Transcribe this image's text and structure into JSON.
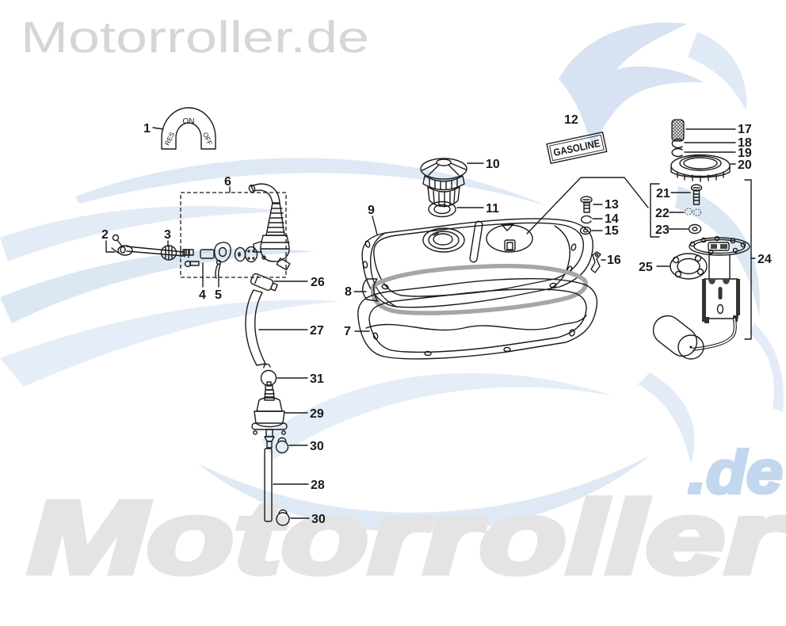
{
  "branding": {
    "logo_top": "Motorroller.de",
    "watermark_text": "Motorroller",
    "watermark_domain": ".de"
  },
  "valve_plate": {
    "on": "ON",
    "res": "RES",
    "off": "OFF"
  },
  "sticker": {
    "gasoline": "GASOLINE"
  },
  "labels": {
    "n1": "1",
    "n2": "2",
    "n3": "3",
    "n4": "4",
    "n5": "5",
    "n6": "6",
    "n7": "7",
    "n8": "8",
    "n9": "9",
    "n10": "10",
    "n11": "11",
    "n12": "12",
    "n13": "13",
    "n14": "14",
    "n15": "15",
    "n16": "16",
    "n17": "17",
    "n18": "18",
    "n19": "19",
    "n20": "20",
    "n21": "21",
    "n22": "22",
    "n23": "23",
    "n24": "24",
    "n25": "25",
    "n26": "26",
    "n27": "27",
    "n28": "28",
    "n29": "29",
    "n30": "30",
    "n31": "31"
  },
  "colors": {
    "line": "#1a1a1a",
    "logo_gray": "#d6d6d6",
    "watermark_gray": "#e4e4e4",
    "watermark_blue": "#dce7f4",
    "domain_blue": "#c3d7ee",
    "part_gray": "#cccccc",
    "seal_gray": "#a6a6a6"
  }
}
